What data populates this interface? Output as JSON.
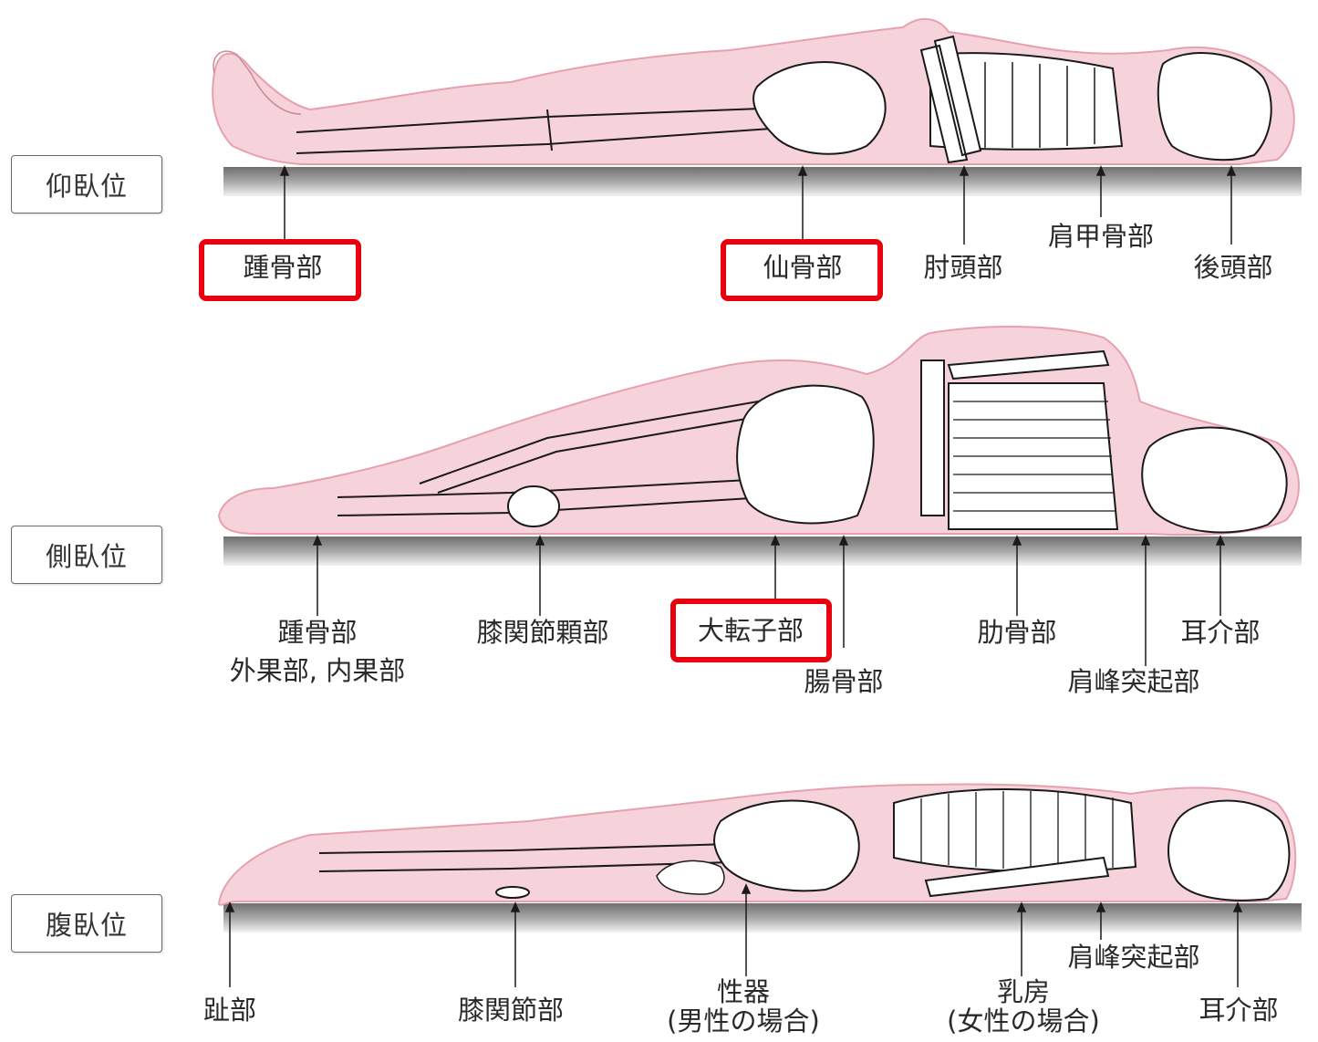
{
  "colors": {
    "body_fill": "#f6d3db",
    "body_outline": "#e8a0ae",
    "bone_stroke": "#1a1a1a",
    "highlight": "#e8000f",
    "floor": "#8a8a8a"
  },
  "positions": [
    {
      "name": "仰臥位",
      "labels": {
        "heel": "踵骨部",
        "sacrum": "仙骨部",
        "elbow": "肘頭部",
        "scapula": "肩甲骨部",
        "occiput": "後頭部"
      },
      "highlighted": [
        "踵骨部",
        "仙骨部"
      ]
    },
    {
      "name": "側臥位",
      "labels": {
        "heel": "踵骨部",
        "malleolus": "外果部, 内果部",
        "knee_condyle": "膝関節顆部",
        "trochanter": "大転子部",
        "ilium": "腸骨部",
        "rib": "肋骨部",
        "acromion": "肩峰突起部",
        "ear": "耳介部"
      },
      "highlighted": [
        "大転子部"
      ]
    },
    {
      "name": "腹臥位",
      "labels": {
        "toe": "趾部",
        "knee": "膝関節部",
        "genital_1": "性器",
        "genital_2": "(男性の場合)",
        "breast_1": "乳房",
        "breast_2": "(女性の場合)",
        "acromion": "肩峰突起部",
        "ear": "耳介部"
      },
      "highlighted": []
    }
  ]
}
